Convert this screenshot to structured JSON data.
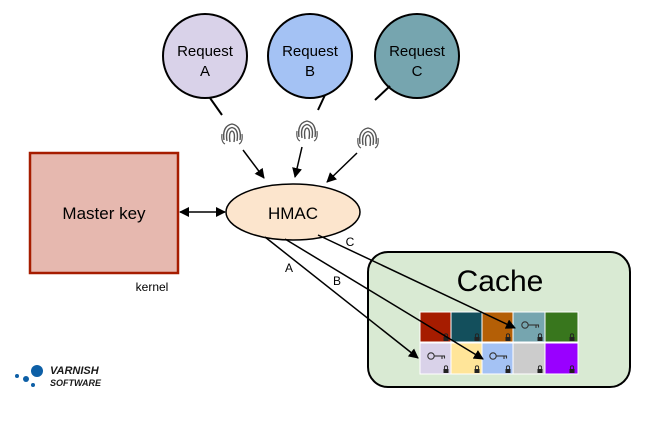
{
  "requests": [
    {
      "line1": "Request",
      "line2": "A",
      "fill": "#d9d2e9"
    },
    {
      "line1": "Request",
      "line2": "B",
      "fill": "#a4c2f4"
    },
    {
      "line1": "Request",
      "line2": "C",
      "fill": "#76a5af"
    }
  ],
  "master_key": {
    "label": "Master key",
    "fill": "#e6b8af",
    "stroke": "#a61c00"
  },
  "kernel_label": "kernel",
  "hmac": {
    "label": "HMAC",
    "fill": "#fce5cd"
  },
  "cache": {
    "label": "Cache",
    "fill": "#d9ead3"
  },
  "arrow_labels": {
    "a": "A",
    "b": "B",
    "c": "C"
  },
  "cache_cells_row1": [
    "#a61c00",
    "#134f5c",
    "#b45f06",
    "#76a5af",
    "#38761d"
  ],
  "cache_cells_row2": [
    "#d9d2e9",
    "#ffe599",
    "#a4c2f4",
    "#cccccc",
    "#9900ff"
  ],
  "logo": {
    "line1": "VARNISH",
    "line2": "SOFTWARE",
    "color": "#0d5fa6"
  }
}
